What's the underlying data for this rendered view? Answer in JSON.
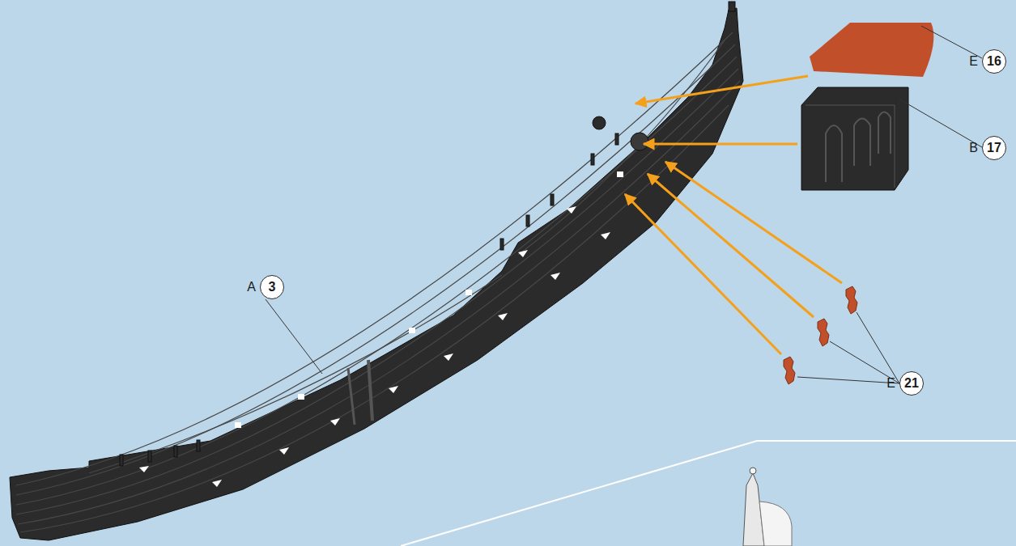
{
  "diagram": {
    "nodes": [
      {
        "text": [
          "E",
          "16"
        ]
      },
      {
        "text": [
          "B",
          "17"
        ]
      },
      {
        "text": [
          "A",
          "3"
        ]
      },
      {
        "text": [
          "E",
          "21"
        ]
      }
    ]
  }
}
